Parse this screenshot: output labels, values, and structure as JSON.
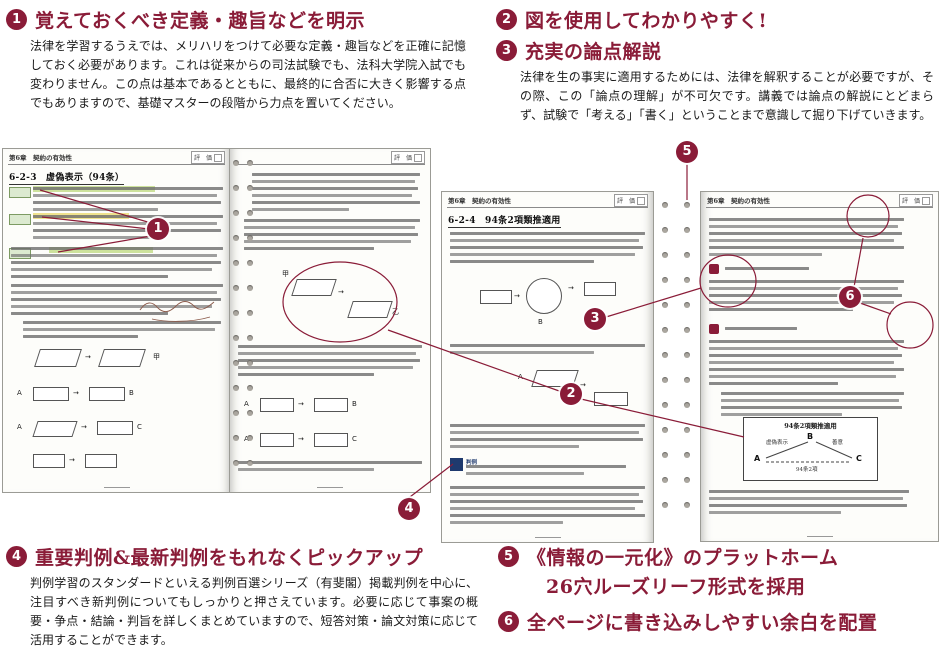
{
  "accent_color": "#8a1c38",
  "features": {
    "f1": {
      "num": "1",
      "title": "覚えておくべき定義・趣旨などを明示",
      "body": "法律を学習するうえでは、メリハリをつけて必要な定義・趣旨などを正確に記憶しておく必要があります。これは従来からの司法試験でも、法科大学院入試でも変わりません。この点は基本であるとともに、最終的に合否に大きく影響する点でもありますので、基礎マスターの段階から力点を置いてください。"
    },
    "f2": {
      "num": "2",
      "title": "図を使用してわかりやすく!"
    },
    "f3": {
      "num": "3",
      "title": "充実の論点解説"
    },
    "f23_body": "法律を生の事実に適用するためには、法律を解釈することが必要ですが、その際、この「論点の理解」が不可欠です。講義では論点の解説にとどまらず、試験で「考える」「書く」ということまで意識して掘り下げていきます。",
    "f4": {
      "num": "4",
      "title": "重要判例&最新判例をもれなくピックアップ",
      "body": "判例学習のスタンダードといえる判例百選シリーズ（有斐閣）掲載判例を中心に、注目すべき新判例についてもしっかりと押さえています。必要に応じて事案の概要・争点・結論・判旨を詳しくまとめていますので、短答対策・論文対策に応じて活用することができます。"
    },
    "f5": {
      "num": "5",
      "title_line1": "《情報の一元化》のプラットホーム",
      "title_line2": "26穴ルーズリーフ形式を採用"
    },
    "f6": {
      "num": "6",
      "title": "全ページに書き込みしやすい余白を配置"
    }
  },
  "badges": {
    "b1": "1",
    "b2": "2",
    "b3": "3",
    "b4": "4",
    "b5": "5",
    "b6": "6"
  },
  "book": {
    "chapter_header": "第6章　契約の有効性",
    "eval_label": "評　価",
    "sectionA": "6-2-3　虚偽表示（94条）",
    "sectionB": "6-2-4　94条2項類推適用",
    "hanrei_label": "判例",
    "labels": {
      "a": "A",
      "b": "B",
      "c": "C",
      "k": "甲",
      "o": "乙"
    },
    "diagram_box": {
      "title": "94条2項類推適用",
      "nodes": [
        "A",
        "B",
        "C"
      ],
      "edges": [
        "虚偽表示",
        "善意",
        "94条2項"
      ]
    }
  }
}
